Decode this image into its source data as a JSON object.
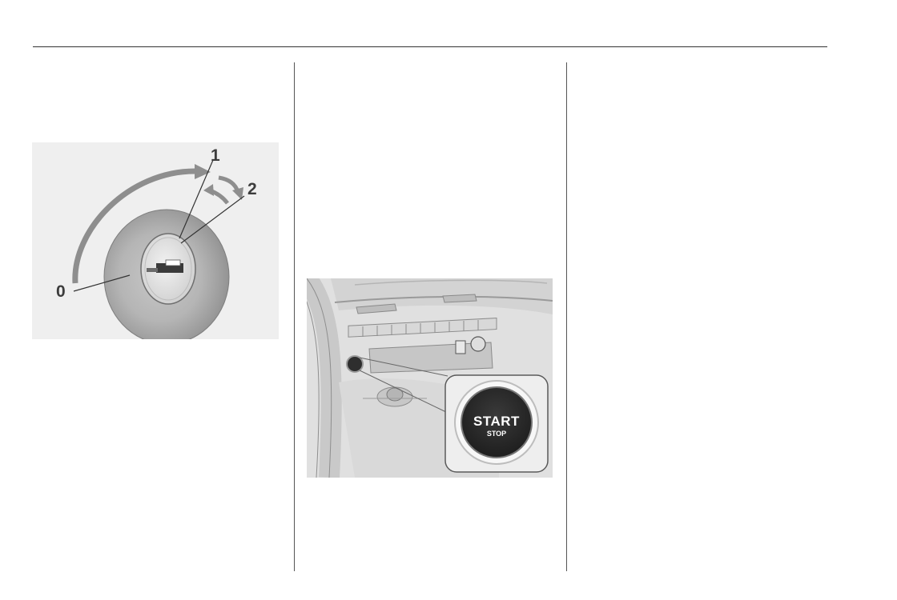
{
  "ignition_figure": {
    "labels": {
      "pos0": "0",
      "pos1": "1",
      "pos2": "2"
    }
  },
  "startstop_figure": {
    "button": {
      "primary": "START",
      "secondary": "STOP"
    }
  },
  "colors": {
    "rule": "#333333",
    "figure_bg": "#efefef",
    "button_dark": "#2a2a2a",
    "accent_arrow": "#8a8a8a"
  }
}
